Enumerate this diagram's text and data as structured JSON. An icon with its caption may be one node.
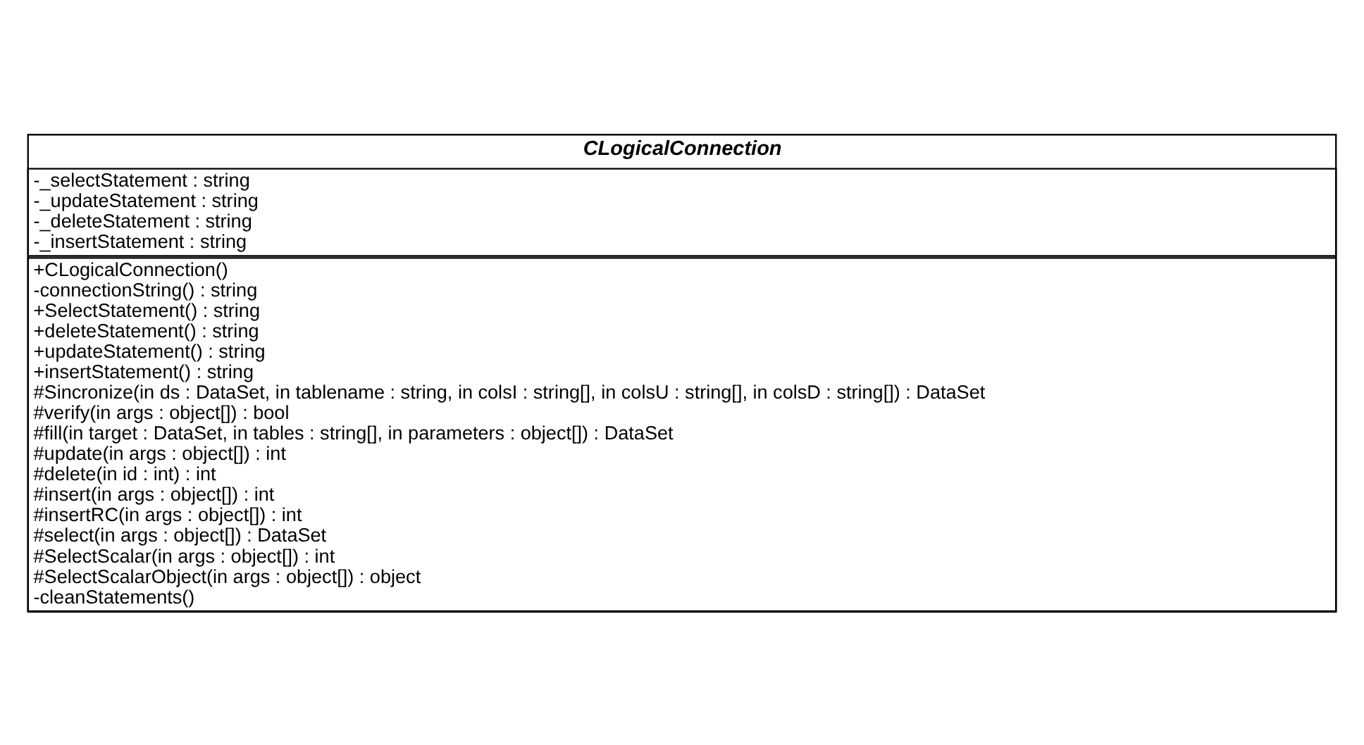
{
  "diagram": {
    "nodes": [
      {
        "text": [
          "CLogicalConnection"
        ]
      },
      {
        "text": [
          "-_selectStatement : string",
          "-_updateStatement : string",
          "-_deleteStatement : string",
          "-_insertStatement : string"
        ],
        "in": 0
      },
      {
        "text": [
          "+CLogicalConnection()",
          "-connectionString() : string",
          "+SelectStatement() : string",
          "+deleteStatement() : string",
          "+updateStatement() : string",
          "+insertStatement() : string",
          "#Sincronize(in ds : DataSet, in tablename : string, in colsI : string[], in colsU : string[], in colsD : string[]) : DataSet",
          "#verify(in args : object[]) : bool",
          "#fill(in target : DataSet, in tables : string[], in parameters : object[]) : DataSet",
          "#update(in args : object[]) : int",
          "#delete(in id : int) : int",
          "#insert(in args : object[]) : int",
          "#insertRC(in args : object[]) : int",
          "#select(in args : object[]) : DataSet",
          "#SelectScalar(in args : object[]) : int",
          "#SelectScalarObject(in args : object[]) : object",
          "-cleanStatements()"
        ],
        "in": 0
      }
    ]
  }
}
